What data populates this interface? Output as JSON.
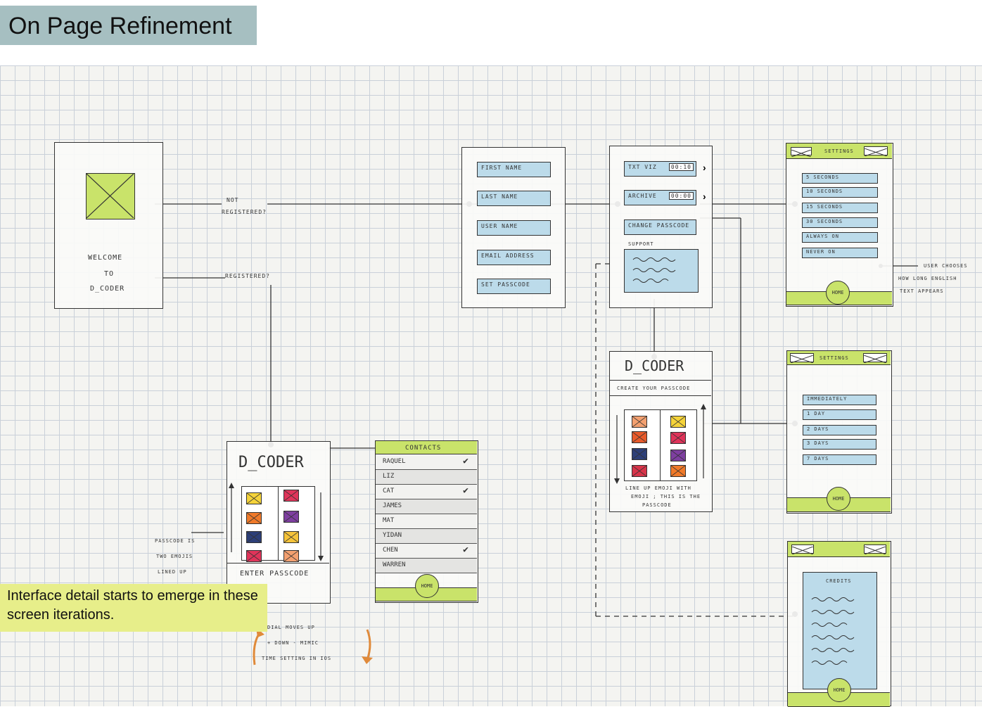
{
  "title": "On Page Refinement",
  "caption": "Interface detail starts to emerge in these screen iterations.",
  "welcome": {
    "line1": "WELCOME",
    "line2": "TO",
    "line3": "D_CODER"
  },
  "edge_labels": {
    "not_registered_1": "NOT",
    "not_registered_2": "REGISTERED?",
    "registered": "REGISTERED?"
  },
  "signup_fields": [
    "FIRST NAME",
    "LAST NAME",
    "USER NAME",
    "EMAIL ADDRESS",
    "SET PASSCODE"
  ],
  "settings_main": {
    "txt_viz": "TXT VIZ",
    "txt_viz_time": "00:10",
    "archive": "ARCHIVE",
    "archive_time": "00:00",
    "change_passcode": "CHANGE PASSCODE",
    "support": "SUPPORT"
  },
  "settings_text": {
    "header": "SETTINGS",
    "options": [
      "5 SECONDS",
      "10 SECONDS",
      "15 SECONDS",
      "30 SECONDS",
      "ALWAYS ON",
      "NEVER ON"
    ],
    "home": "HOME"
  },
  "note_user_chooses": [
    "USER CHOOSES",
    "HOW LONG ENGLISH",
    "TEXT APPEARS"
  ],
  "create_passcode": {
    "logo": "D_CODER",
    "subtitle": "CREATE YOUR PASSCODE",
    "note": [
      "LINE UP EMOJI WITH",
      "EMOJI ; THIS IS THE",
      "PASSCODE"
    ]
  },
  "settings_archive": {
    "header": "SETTINGS",
    "options": [
      "IMMEDIATELY",
      "1 DAY",
      "2 DAYS",
      "3 DAYS",
      "7 DAYS"
    ],
    "home": "HOME"
  },
  "credits": {
    "label": "CREDITS",
    "home": "HOME"
  },
  "login": {
    "logo": "D_CODER",
    "enter": "ENTER PASSCODE"
  },
  "passcode_note": [
    "PASSCODE IS",
    "TWO EMOJIS",
    "LINED UP"
  ],
  "contacts": {
    "header": "CONTACTS",
    "items": [
      {
        "name": "RAQUEL",
        "checked": true
      },
      {
        "name": "LIZ",
        "checked": false
      },
      {
        "name": "CAT",
        "checked": true
      },
      {
        "name": "JAMES",
        "checked": false
      },
      {
        "name": "MAT",
        "checked": false
      },
      {
        "name": "YIDAN",
        "checked": false
      },
      {
        "name": "CHEN",
        "checked": true
      },
      {
        "name": "WARREN",
        "checked": false
      }
    ],
    "home": "HOME"
  },
  "dial_note": [
    "DIAL MOVES UP",
    "+ DOWN - MIMIC",
    "TIME SETTING IN IOS"
  ],
  "colors": {
    "green": "#c9e36a",
    "blue_field": "#bcdbea",
    "title_bg": "#a6bfc1",
    "caption_bg": "#e7ee8a",
    "arrow": "#e08a3a"
  }
}
